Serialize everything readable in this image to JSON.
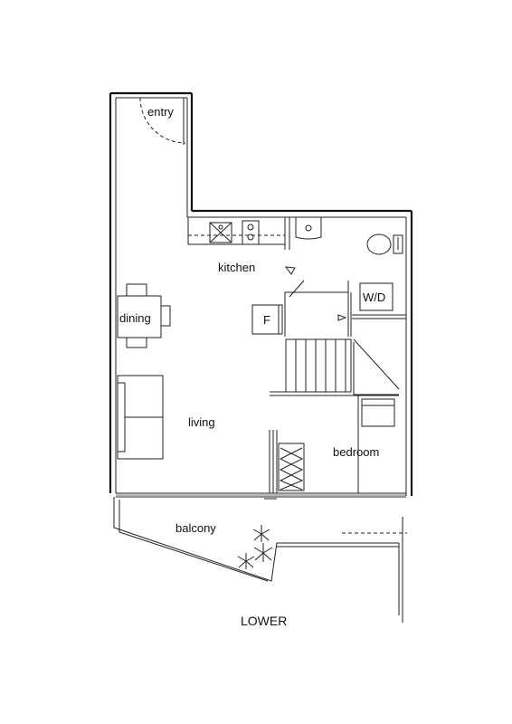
{
  "rooms": {
    "entry": "entry",
    "kitchen": "kitchen",
    "dining": "dining",
    "living": "living",
    "bedroom": "bedroom",
    "balcony": "balcony"
  },
  "fixtures": {
    "fridge": "F",
    "washer_dryer": "W/D"
  },
  "level": "LOWER"
}
